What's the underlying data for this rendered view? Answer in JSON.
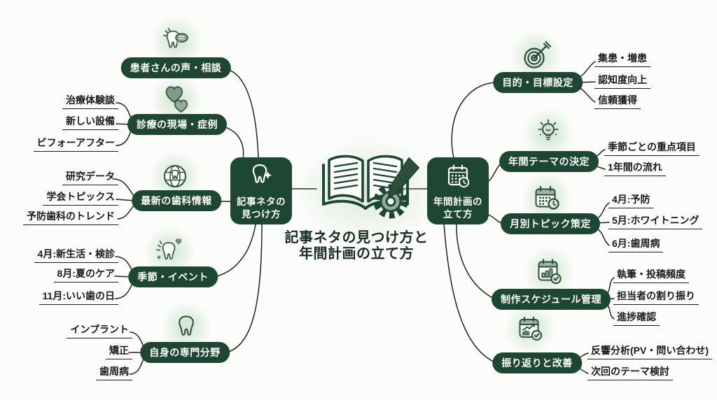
{
  "title": {
    "line1": "記事ネタの見つけ方と",
    "line2": "年間計画の立て方"
  },
  "center_icon": "book-gear-pen-icon",
  "left_root": {
    "label_line1": "記事ネタの",
    "label_line2": "見つけ方",
    "icon": "tooth-sparkle-icon"
  },
  "right_root": {
    "label_line1": "年間計画の",
    "label_line2": "立て方",
    "icon": "calendar-clock-icon"
  },
  "left_branches": [
    {
      "label": "患者さんの声・相談",
      "icon": "tooth-speech-bubble-icon",
      "leaves": []
    },
    {
      "label": "診療の現場・症例",
      "icon": "two-hearts-icon",
      "leaves": [
        "治療体験談",
        "新しい設備",
        "ビフォーアフター"
      ]
    },
    {
      "label": "最新の歯科情報",
      "icon": "globe-tooth-icon",
      "leaves": [
        "研究データ",
        "学会トピックス",
        "予防歯科のトレンド"
      ]
    },
    {
      "label": "季節・イベント",
      "icon": "tooth-heart-icon",
      "leaves": [
        "4月:新生活・検診",
        "8月:夏のケア",
        "11月:いい歯の日"
      ]
    },
    {
      "label": "自身の専門分野",
      "icon": "tooth-icon",
      "leaves": [
        "インプラント",
        "矯正",
        "歯周病"
      ]
    }
  ],
  "right_branches": [
    {
      "label": "目的・目標設定",
      "icon": "target-icon",
      "leaves": [
        "集患・増患",
        "認知度向上",
        "信頼獲得"
      ]
    },
    {
      "label": "年間テーマの決定",
      "icon": "lightbulb-icon",
      "leaves": [
        "季節ごとの重点項目",
        "1年間の流れ"
      ]
    },
    {
      "label": "月別トピック策定",
      "icon": "calendar-clock-icon",
      "leaves": [
        "4月:予防",
        "5月:ホワイトニング",
        "6月:歯周病"
      ]
    },
    {
      "label": "制作スケジュール管理",
      "icon": "calendar-chart-check-icon",
      "leaves": [
        "執筆・投稿頻度",
        "担当者の割り振り",
        "進捗確認"
      ]
    },
    {
      "label": "振り返りと改善",
      "icon": "chart-arrow-check-icon",
      "leaves": [
        "反響分析(PV・問い合わせ)",
        "次回のテーマ検討"
      ]
    }
  ],
  "colors": {
    "node_green": "#1d4733",
    "title_text": "#182b20",
    "leaf_text": "#1a1a1a",
    "connector": "#222222",
    "background": "#fcfdfb",
    "icon_stroke": "#2d4f3a",
    "icon_fill_light": "#d6e6d2",
    "icon_fill_mid": "#8fae96"
  }
}
